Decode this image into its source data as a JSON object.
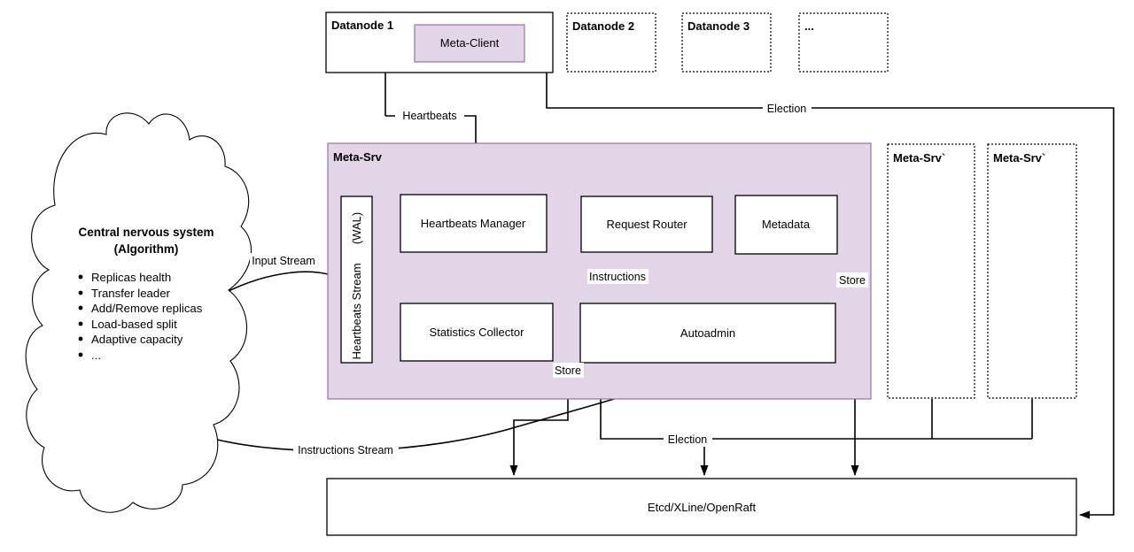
{
  "diagram": {
    "datanodes": {
      "node1": {
        "label": "Datanode 1",
        "meta_client": "Meta-Client"
      },
      "node2": {
        "label": "Datanode 2"
      },
      "node3": {
        "label": "Datanode 3"
      },
      "more": {
        "label": "..."
      }
    },
    "meta_srv": {
      "label": "Meta-Srv",
      "wal": {
        "line1": "Heartbeats Stream",
        "line2": "(WAL)"
      },
      "components": {
        "heartbeats_manager": "Heartbeats Manager",
        "request_router": "Request Router",
        "metadata": "Metadata",
        "statistics_collector": "Statistics Collector",
        "autoadmin": "Autoadmin"
      }
    },
    "replicas": {
      "replica1": "Meta-Srv`",
      "replica2": "Meta-Srv`"
    },
    "cloud": {
      "title": "Central nervous system",
      "subtitle": "(Algorithm)",
      "bullets": [
        "Replicas health",
        "Transfer leader",
        "Add/Remove replicas",
        "Load-based split",
        "Adaptive capacity",
        "..."
      ]
    },
    "storage": {
      "label": "Etcd/XLine/OpenRaft"
    },
    "edges": {
      "heartbeats": "Heartbeats",
      "election_top": "Election",
      "election_bottom": "Election",
      "input_stream": "Input Stream",
      "instructions": "Instructions",
      "instructions_stream": "Instructions Stream",
      "store_left": "Store",
      "store_right": "Store"
    },
    "colors": {
      "purple_fill": "#E1D5E7",
      "purple_stroke": "#9673A6",
      "line": "#000000"
    }
  }
}
